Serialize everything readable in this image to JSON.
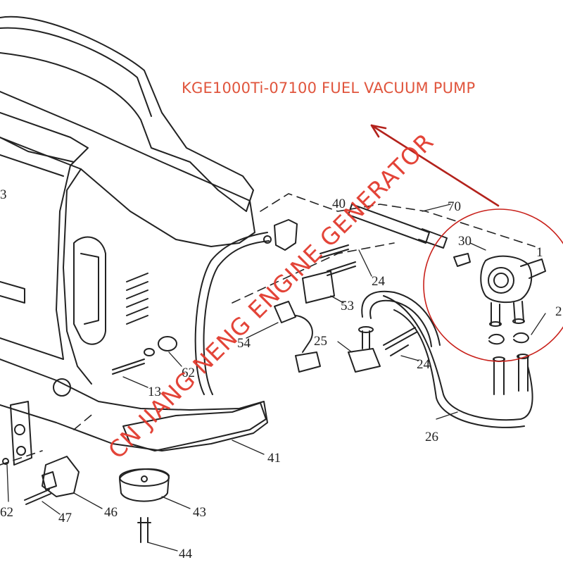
{
  "title": "KGE1000Ti-07100 FUEL VACUUM PUMP",
  "watermark": "CN JIANG NENG ENGINE GENERATOR",
  "callouts": [
    "3",
    "40",
    "70",
    "30",
    "1",
    "24",
    "53",
    "54",
    "25",
    "24",
    "26",
    "2",
    "13",
    "62",
    "41",
    "62",
    "47",
    "46",
    "43",
    "44"
  ],
  "colors": {
    "title": "#e0553d",
    "watermark": "#e23a2e",
    "highlight_circle": "#c8201a",
    "arrow": "#b3221c",
    "line_art": "#222222"
  }
}
